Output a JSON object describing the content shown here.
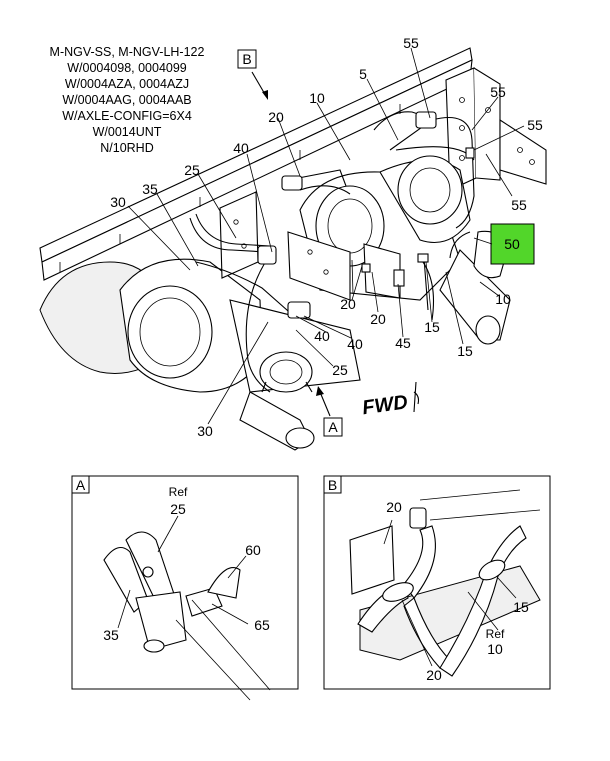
{
  "header_lines": [
    "M-NGV-SS, M-NGV-LH-122",
    "W/0004098, 0004099",
    "W/0004AZA, 0004AZJ",
    "W/0004AAG, 0004AAB",
    "W/AXLE-CONFIG=6X4",
    "W/0014UNT",
    "N/10RHD"
  ],
  "view_refs": {
    "a": "A",
    "b": "B"
  },
  "fwd_label": "FWD",
  "highlight_color": "#52d62a",
  "callouts_main": {
    "c55a": "55",
    "c55b": "55",
    "c55c": "55",
    "c55d": "55",
    "c5": "5",
    "c10a": "10",
    "c20a": "20",
    "c40a": "40",
    "c25a": "25",
    "c35": "35",
    "c30a": "30",
    "c50": "50",
    "c10b": "10",
    "c15a": "15",
    "c15b": "15",
    "c45": "45",
    "c20b": "20",
    "c20c": "20",
    "c40b": "40",
    "c40c": "40",
    "c25b": "25",
    "c30b": "30"
  },
  "detail_a": {
    "label": "A",
    "ref": "Ref",
    "c25": "25",
    "c60": "60",
    "c65": "65",
    "c35": "35"
  },
  "detail_b": {
    "label": "B",
    "c20a": "20",
    "c15": "15",
    "ref": "Ref",
    "c10": "10",
    "c20b": "20"
  }
}
